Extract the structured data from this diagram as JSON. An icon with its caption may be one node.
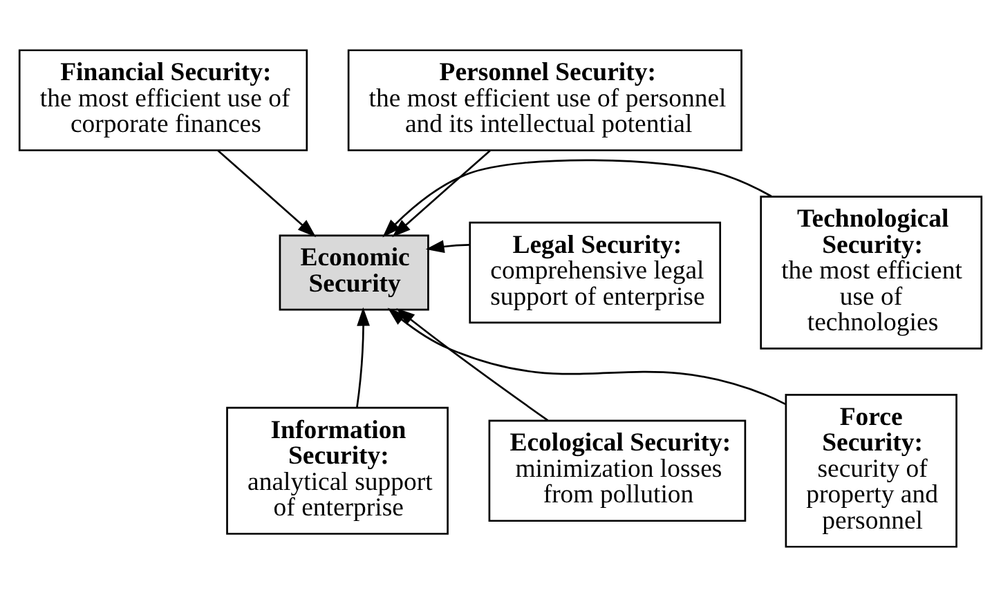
{
  "diagram": {
    "nodes": [
      {
        "text": [
          "Economic Security"
        ]
      },
      {
        "text": [
          "Financial Security:",
          "the most efficient use of corporate finances"
        ]
      },
      {
        "text": [
          "Personnel Security:",
          "the most efficient use of personnel and its intellectual potential"
        ]
      },
      {
        "text": [
          "Legal Security:",
          "comprehensive legal support of enterprise"
        ]
      },
      {
        "text": [
          "Technological Security:",
          "the most efficient use of technologies"
        ]
      },
      {
        "text": [
          "Information Security:",
          "analytical support of enterprise"
        ]
      },
      {
        "text": [
          "Ecological Security:",
          "minimization losses from pollution"
        ]
      },
      {
        "text": [
          "Force Security:",
          "security of property and personnel"
        ]
      }
    ],
    "edges": [
      {
        "from": 1,
        "to": 0,
        "arrow": "to"
      },
      {
        "from": 2,
        "to": 0,
        "arrow": "to"
      },
      {
        "from": 3,
        "to": 0,
        "arrow": "to"
      },
      {
        "from": 4,
        "to": 0,
        "arrow": "to"
      },
      {
        "from": 5,
        "to": 0,
        "arrow": "to"
      },
      {
        "from": 6,
        "to": 0,
        "arrow": "to"
      },
      {
        "from": 7,
        "to": 0,
        "arrow": "to"
      }
    ]
  }
}
